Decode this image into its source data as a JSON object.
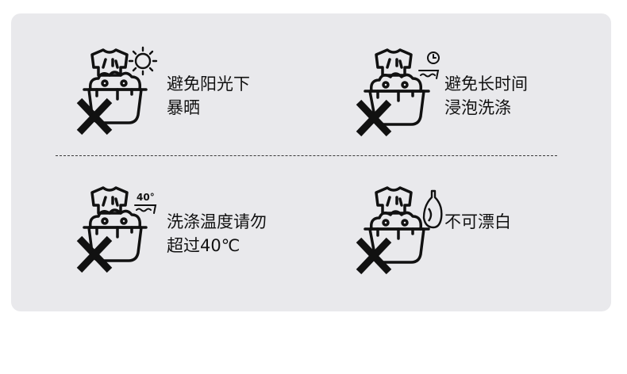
{
  "colors": {
    "background": "#ffffff",
    "card": "#e9e9ec",
    "ink": "#111111"
  },
  "items": [
    {
      "icon": "no-sun-exposure-icon",
      "line1": "避免阳光下",
      "line2": "暴晒"
    },
    {
      "icon": "no-long-soak-icon",
      "line1": "避免长时间",
      "line2": "浸泡洗涤"
    },
    {
      "icon": "wash-temperature-icon",
      "line1": "洗涤温度请勿",
      "line2": "超过40℃",
      "temp_label": "40°"
    },
    {
      "icon": "no-bleach-icon",
      "line1": "不可漂白",
      "line2": ""
    }
  ]
}
